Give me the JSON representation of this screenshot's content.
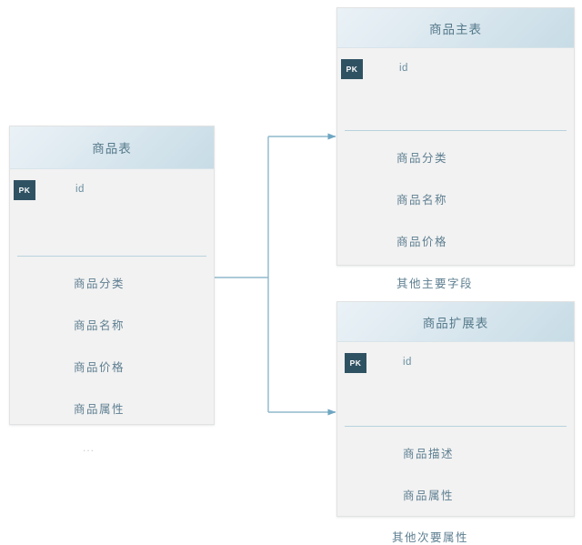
{
  "diagram": {
    "type": "er-diagram",
    "colors": {
      "header_gradient_start": "#eaf2f6",
      "header_gradient_end": "#c7dce6",
      "body_background": "#f2f2f2",
      "pk_badge": "#2f5263",
      "field_text": "#5e7f91",
      "header_text": "#567a8b",
      "connector": "#7fadc4",
      "divider": "#b9d2dd",
      "canvas": "#ffffff"
    }
  },
  "entities": [
    {
      "id": "product",
      "title": "商品表",
      "pk_badge": "PK",
      "pk_field": "id",
      "fields": [
        "商品分类",
        "商品名称",
        "商品价格",
        "商品属性",
        "..."
      ]
    },
    {
      "id": "product_main",
      "title": "商品主表",
      "pk_badge": "PK",
      "pk_field": "id",
      "fields": [
        "商品分类",
        "商品名称",
        "商品价格",
        "其他主要字段"
      ]
    },
    {
      "id": "product_ext",
      "title": "商品扩展表",
      "pk_badge": "PK",
      "pk_field": "id",
      "fields": [
        "商品描述",
        "商品属性",
        "其他次要属性"
      ]
    }
  ],
  "connectors": [
    {
      "from": "product",
      "to": "product_main",
      "style": "orthogonal-arrow"
    },
    {
      "from": "product",
      "to": "product_ext",
      "style": "orthogonal-arrow"
    }
  ]
}
